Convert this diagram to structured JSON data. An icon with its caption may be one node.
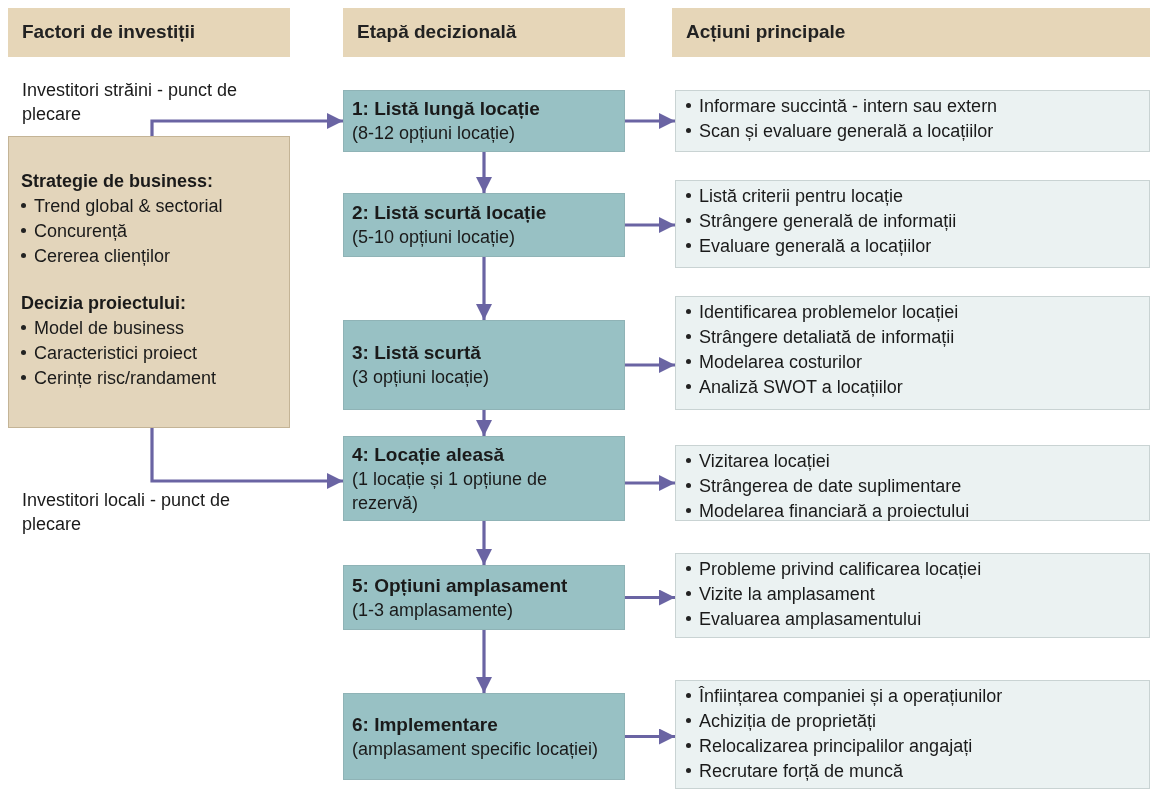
{
  "diagram": {
    "nodes": [
      {
        "text": [
          "Factori de investiții"
        ]
      },
      {
        "text": [
          "Etapă decizională"
        ]
      },
      {
        "text": [
          "Acțiuni principale"
        ]
      },
      {
        "text": [
          "Strategie de business:",
          "Trend global & sectorial",
          "Concurență",
          "Cererea clienților",
          "Decizia proiectului:",
          "Model de business",
          "Caracteristici proiect",
          "Cerințe risc/randament"
        ]
      },
      {
        "text": [
          "1: Listă lungă locație",
          "(8-12 opțiuni locație)"
        ]
      },
      {
        "text": [
          "2: Listă scurtă locație",
          "(5-10 opțiuni locație)"
        ]
      },
      {
        "text": [
          "3: Listă scurtă",
          "(3 opțiuni locație)"
        ]
      },
      {
        "text": [
          "4: Locație aleasă",
          "(1 locație și 1 opțiune de rezervă)"
        ]
      },
      {
        "text": [
          "5: Opțiuni amplasament",
          "(1-3 amplasamente)"
        ]
      },
      {
        "text": [
          "6: Implementare",
          "(amplasament specific locației)"
        ]
      },
      {
        "text": [
          "Informare succintă - intern sau extern",
          "Scan și evaluare generală a locațiilor"
        ]
      },
      {
        "text": [
          "Listă criterii pentru locație",
          "Strângere generală de informații",
          "Evaluare generală a locațiilor"
        ]
      },
      {
        "text": [
          "Identificarea problemelor locației",
          "Strângere detaliată de informații",
          "Modelarea costurilor",
          "Analiză SWOT a locațiilor"
        ]
      },
      {
        "text": [
          "Vizitarea locației",
          "Strângerea de date suplimentare",
          "Modelarea financiară a proiectului"
        ]
      },
      {
        "text": [
          "Probleme privind calificarea locației",
          "Vizite la amplasament",
          "Evaluarea amplasamentului"
        ]
      },
      {
        "text": [
          "Înființarea companiei și a operațiunilor",
          "Achiziția de proprietăți",
          "Relocalizarea principalilor angajați",
          "Recrutare forță de muncă"
        ]
      }
    ],
    "edges": [
      {
        "from": 3,
        "to": 4,
        "arrow": "to"
      },
      {
        "from": 3,
        "to": 7,
        "arrow": "to"
      },
      {
        "from": 4,
        "to": 5,
        "arrow": "to"
      },
      {
        "from": 5,
        "to": 6,
        "arrow": "to"
      },
      {
        "from": 6,
        "to": 7,
        "arrow": "to"
      },
      {
        "from": 7,
        "to": 8,
        "arrow": "to"
      },
      {
        "from": 8,
        "to": 9,
        "arrow": "to"
      },
      {
        "from": 4,
        "to": 10,
        "arrow": "to"
      },
      {
        "from": 5,
        "to": 11,
        "arrow": "to"
      },
      {
        "from": 6,
        "to": 12,
        "arrow": "to"
      },
      {
        "from": 7,
        "to": 13,
        "arrow": "to"
      },
      {
        "from": 8,
        "to": 14,
        "arrow": "to"
      },
      {
        "from": 9,
        "to": 15,
        "arrow": "to"
      }
    ],
    "labels": [
      "Investitori străini - punct de plecare",
      "Investitori locali - punct de plecare"
    ]
  }
}
